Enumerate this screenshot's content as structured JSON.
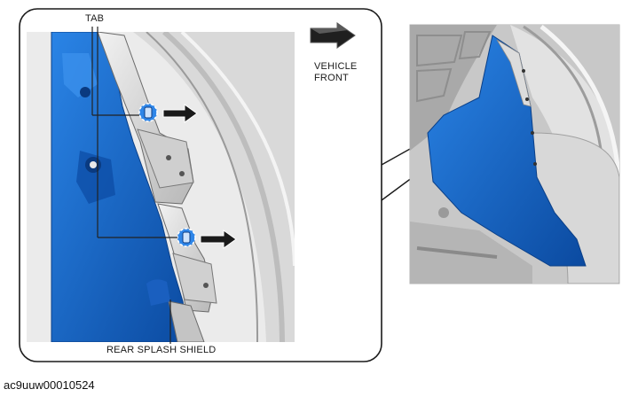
{
  "labels": {
    "tab": "TAB",
    "vehicle_front_line1": "VEHICLE",
    "vehicle_front_line2": "FRONT",
    "rear_splash_shield": "REAR SPLASH SHIELD"
  },
  "figure_code": "ac9uuw00010524",
  "colors": {
    "part_highlight": "#1e6fd0",
    "part_shadow": "#0d4ea6",
    "metal_light": "#e6e6e6",
    "metal_mid": "#c8c8c8",
    "metal_dark": "#9a9a9a",
    "outline": "#222222"
  },
  "icons": {
    "direction_arrow": "vehicle-front-arrow-icon",
    "removal_arrow": "removal-direction-arrow-icon"
  }
}
